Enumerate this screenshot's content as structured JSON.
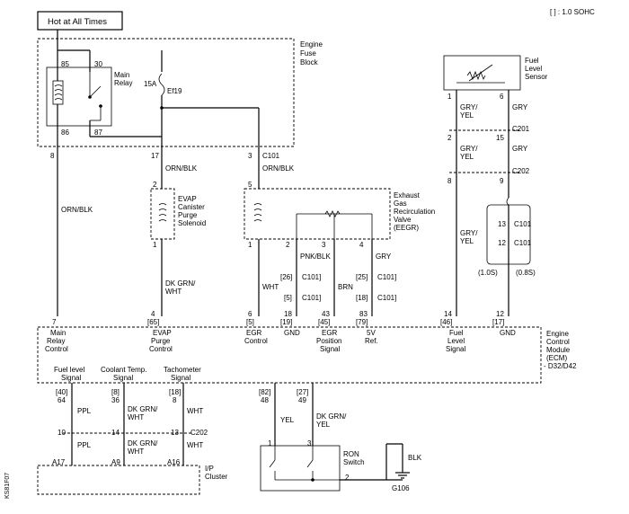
{
  "header": {
    "hot_label": "Hot at All Times",
    "legend": "[ ] : 1.0 SOHC"
  },
  "side_code": "KS81F07",
  "fuse_block": {
    "title_line1": "Engine",
    "title_line2": "Fuse",
    "title_line3": "Block",
    "main_relay_line1": "Main",
    "main_relay_line2": "Relay",
    "pin85": "85",
    "pin30": "30",
    "pin86": "86",
    "pin87": "87",
    "fuse_rating": "15A",
    "fuse_name": "Ef19",
    "out8": "8",
    "out17": "17",
    "out3": "3",
    "c101": "C101"
  },
  "wires": {
    "orn_blk_1": "ORN/BLK",
    "orn_blk_2": "ORN/BLK",
    "orn_blk_3": "ORN/BLK",
    "dk_grn_wht_a1": "DK GRN/",
    "dk_grn_wht_a2": "WHT",
    "wht_egr": "WHT",
    "pnk_blk": "PNK/BLK",
    "brn": "BRN",
    "gry_eegr": "GRY",
    "gry_yel_1a": "GRY/",
    "gry_yel_1b": "YEL",
    "gry_1": "GRY",
    "gry_yel_2a": "GRY/",
    "gry_yel_2b": "YEL",
    "gry_2": "GRY",
    "gry_yel_3a": "GRY/",
    "gry_yel_3b": "YEL",
    "ppl_1": "PPL",
    "dkgrn_wht_b1": "DK GRN/",
    "dkgrn_wht_b2": "WHT",
    "wht_tach1": "WHT",
    "ppl_2": "PPL",
    "dkgrn_wht_c1": "DK GRN/",
    "dkgrn_wht_c2": "WHT",
    "wht_tach2": "WHT",
    "yel_ron": "YEL",
    "dkgrn_yel1": "DK GRN/",
    "dkgrn_yel2": "YEL",
    "blk": "BLK"
  },
  "evap": {
    "line1": "EVAP",
    "line2": "Canister",
    "line3": "Purge",
    "line4": "Solenoid",
    "pin_top": "2",
    "pin_bot": "1"
  },
  "eegr": {
    "line1": "Exhaust",
    "line2": "Gas",
    "line3": "Recirculation",
    "line4": "Valve",
    "line5": "(EEGR)",
    "pin5": "5",
    "pin1": "1",
    "pin2": "2",
    "pin3": "3",
    "pin4": "4",
    "c101_26": "[26]",
    "c101_26b": "C101]",
    "c101_5": "[5]",
    "c101_5b": "C101]",
    "c101_25": "[25]",
    "c101_25b": "C101]",
    "c101_18": "[18]",
    "c101_18b": "C101]"
  },
  "fuel_sensor": {
    "line1": "Fuel",
    "line2": "Level",
    "line3": "Sensor",
    "pin1": "1",
    "pin6": "6",
    "c201_p2": "2",
    "c201_p15": "15",
    "c201": "C201",
    "c202_p8": "8",
    "c202_p9": "9",
    "c202": "C202",
    "c101_13": "13",
    "c101_12": "12",
    "c101_a": "C101",
    "c101_b": "C101",
    "s10": "(1.0S)",
    "s08": "(0.8S)"
  },
  "ecm": {
    "title1": "Engine",
    "title2": "Control",
    "title3": "Module",
    "title4": "(ECM)",
    "title5": "- D32/D42",
    "p7": "7",
    "p4": "4",
    "p4b": "[65]",
    "p6": "6",
    "p6b": "[5]",
    "p18": "18",
    "p18b": "[19]",
    "p43": "43",
    "p43b": "[45]",
    "p83": "83",
    "p83b": "[79]",
    "p14": "14",
    "p14b": "[46]",
    "p12": "12",
    "p12b": "[17]",
    "l_main1": "Main",
    "l_main2": "Relay",
    "l_main3": "Control",
    "l_evap1": "EVAP",
    "l_evap2": "Purge",
    "l_evap3": "Control",
    "l_egr1": "EGR",
    "l_egr2": "Control",
    "l_gnd1": "GND",
    "l_pos1": "EGR",
    "l_pos2": "Position",
    "l_pos3": "Signal",
    "l_5v1": "5V",
    "l_5v2": "Ref.",
    "l_fuel1": "Fuel",
    "l_fuel2": "Level",
    "l_fuel3": "Signal",
    "l_gnd2": "GND",
    "l_fls1": "Fuel level",
    "l_fls2": "Signal",
    "l_ct1": "Coolant Temp.",
    "l_ct2": "Signal",
    "l_tach1": "Tachometer",
    "l_tach2": "Signal",
    "b40": "[40]",
    "b64": "64",
    "b8": "[8]",
    "b36": "36",
    "b18": "[18]",
    "b8b": "8",
    "b82": "[82]",
    "b48": "48",
    "b27": "[27]",
    "b49": "49"
  },
  "cluster": {
    "c202": "C202",
    "p10": "10",
    "p14": "14",
    "p13": "13",
    "a17": "A17",
    "a9": "A9",
    "a16": "A16",
    "label1": "I/P",
    "label2": "Cluster"
  },
  "ron": {
    "line1": "RON",
    "line2": "Switch",
    "p1": "1",
    "p3": "3",
    "p2": "2",
    "ground": "G106"
  }
}
